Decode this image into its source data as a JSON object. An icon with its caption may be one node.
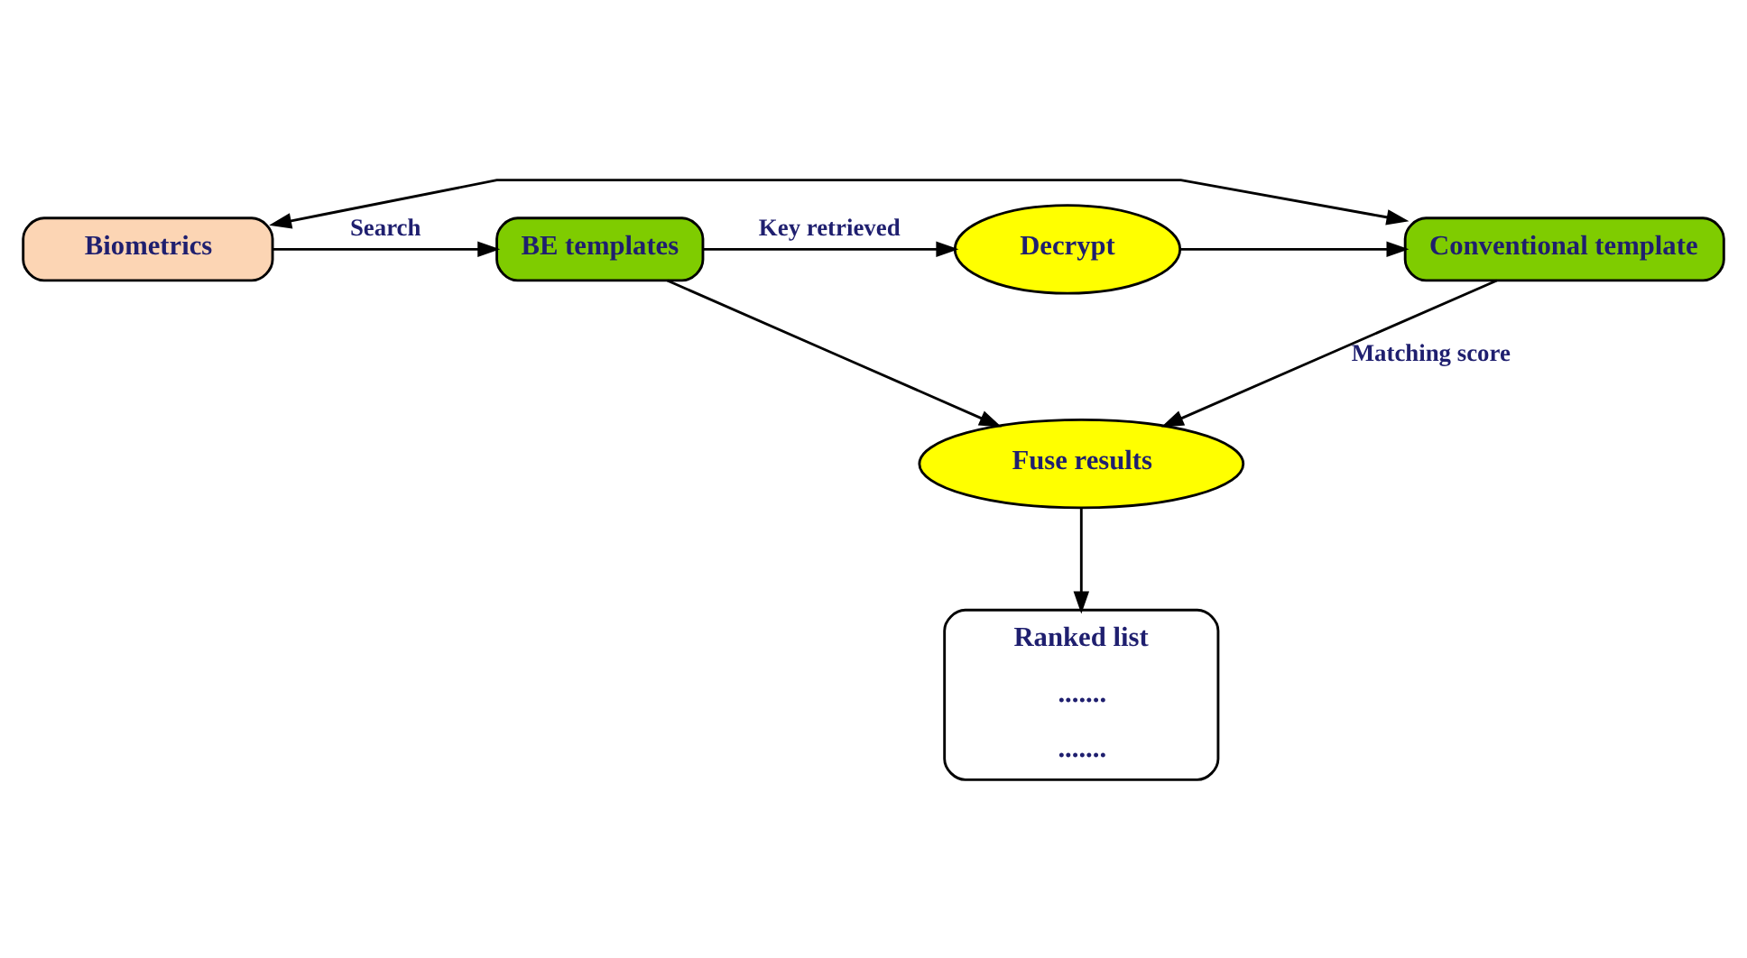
{
  "diagram": {
    "nodes": [
      {
        "text": [
          "Biometrics"
        ]
      },
      {
        "text": [
          "BE templates"
        ]
      },
      {
        "text": [
          "Decrypt"
        ]
      },
      {
        "text": [
          "Conventional template"
        ]
      },
      {
        "text": [
          "Fuse results"
        ]
      },
      {
        "text": [
          "Ranked list",
          ".......",
          "......."
        ]
      }
    ],
    "edges": [
      {
        "from": 3,
        "to": 0,
        "arrow": "both"
      },
      {
        "from": 0,
        "to": 1,
        "arrow": "to",
        "label": "Search"
      },
      {
        "from": 1,
        "to": 2,
        "arrow": "to",
        "label": "Key retrieved"
      },
      {
        "from": 2,
        "to": 3,
        "arrow": "to"
      },
      {
        "from": 1,
        "to": 4,
        "arrow": "to"
      },
      {
        "from": 3,
        "to": 4,
        "arrow": "to",
        "label": "Matching score"
      },
      {
        "from": 4,
        "to": 5,
        "arrow": "to"
      }
    ]
  }
}
